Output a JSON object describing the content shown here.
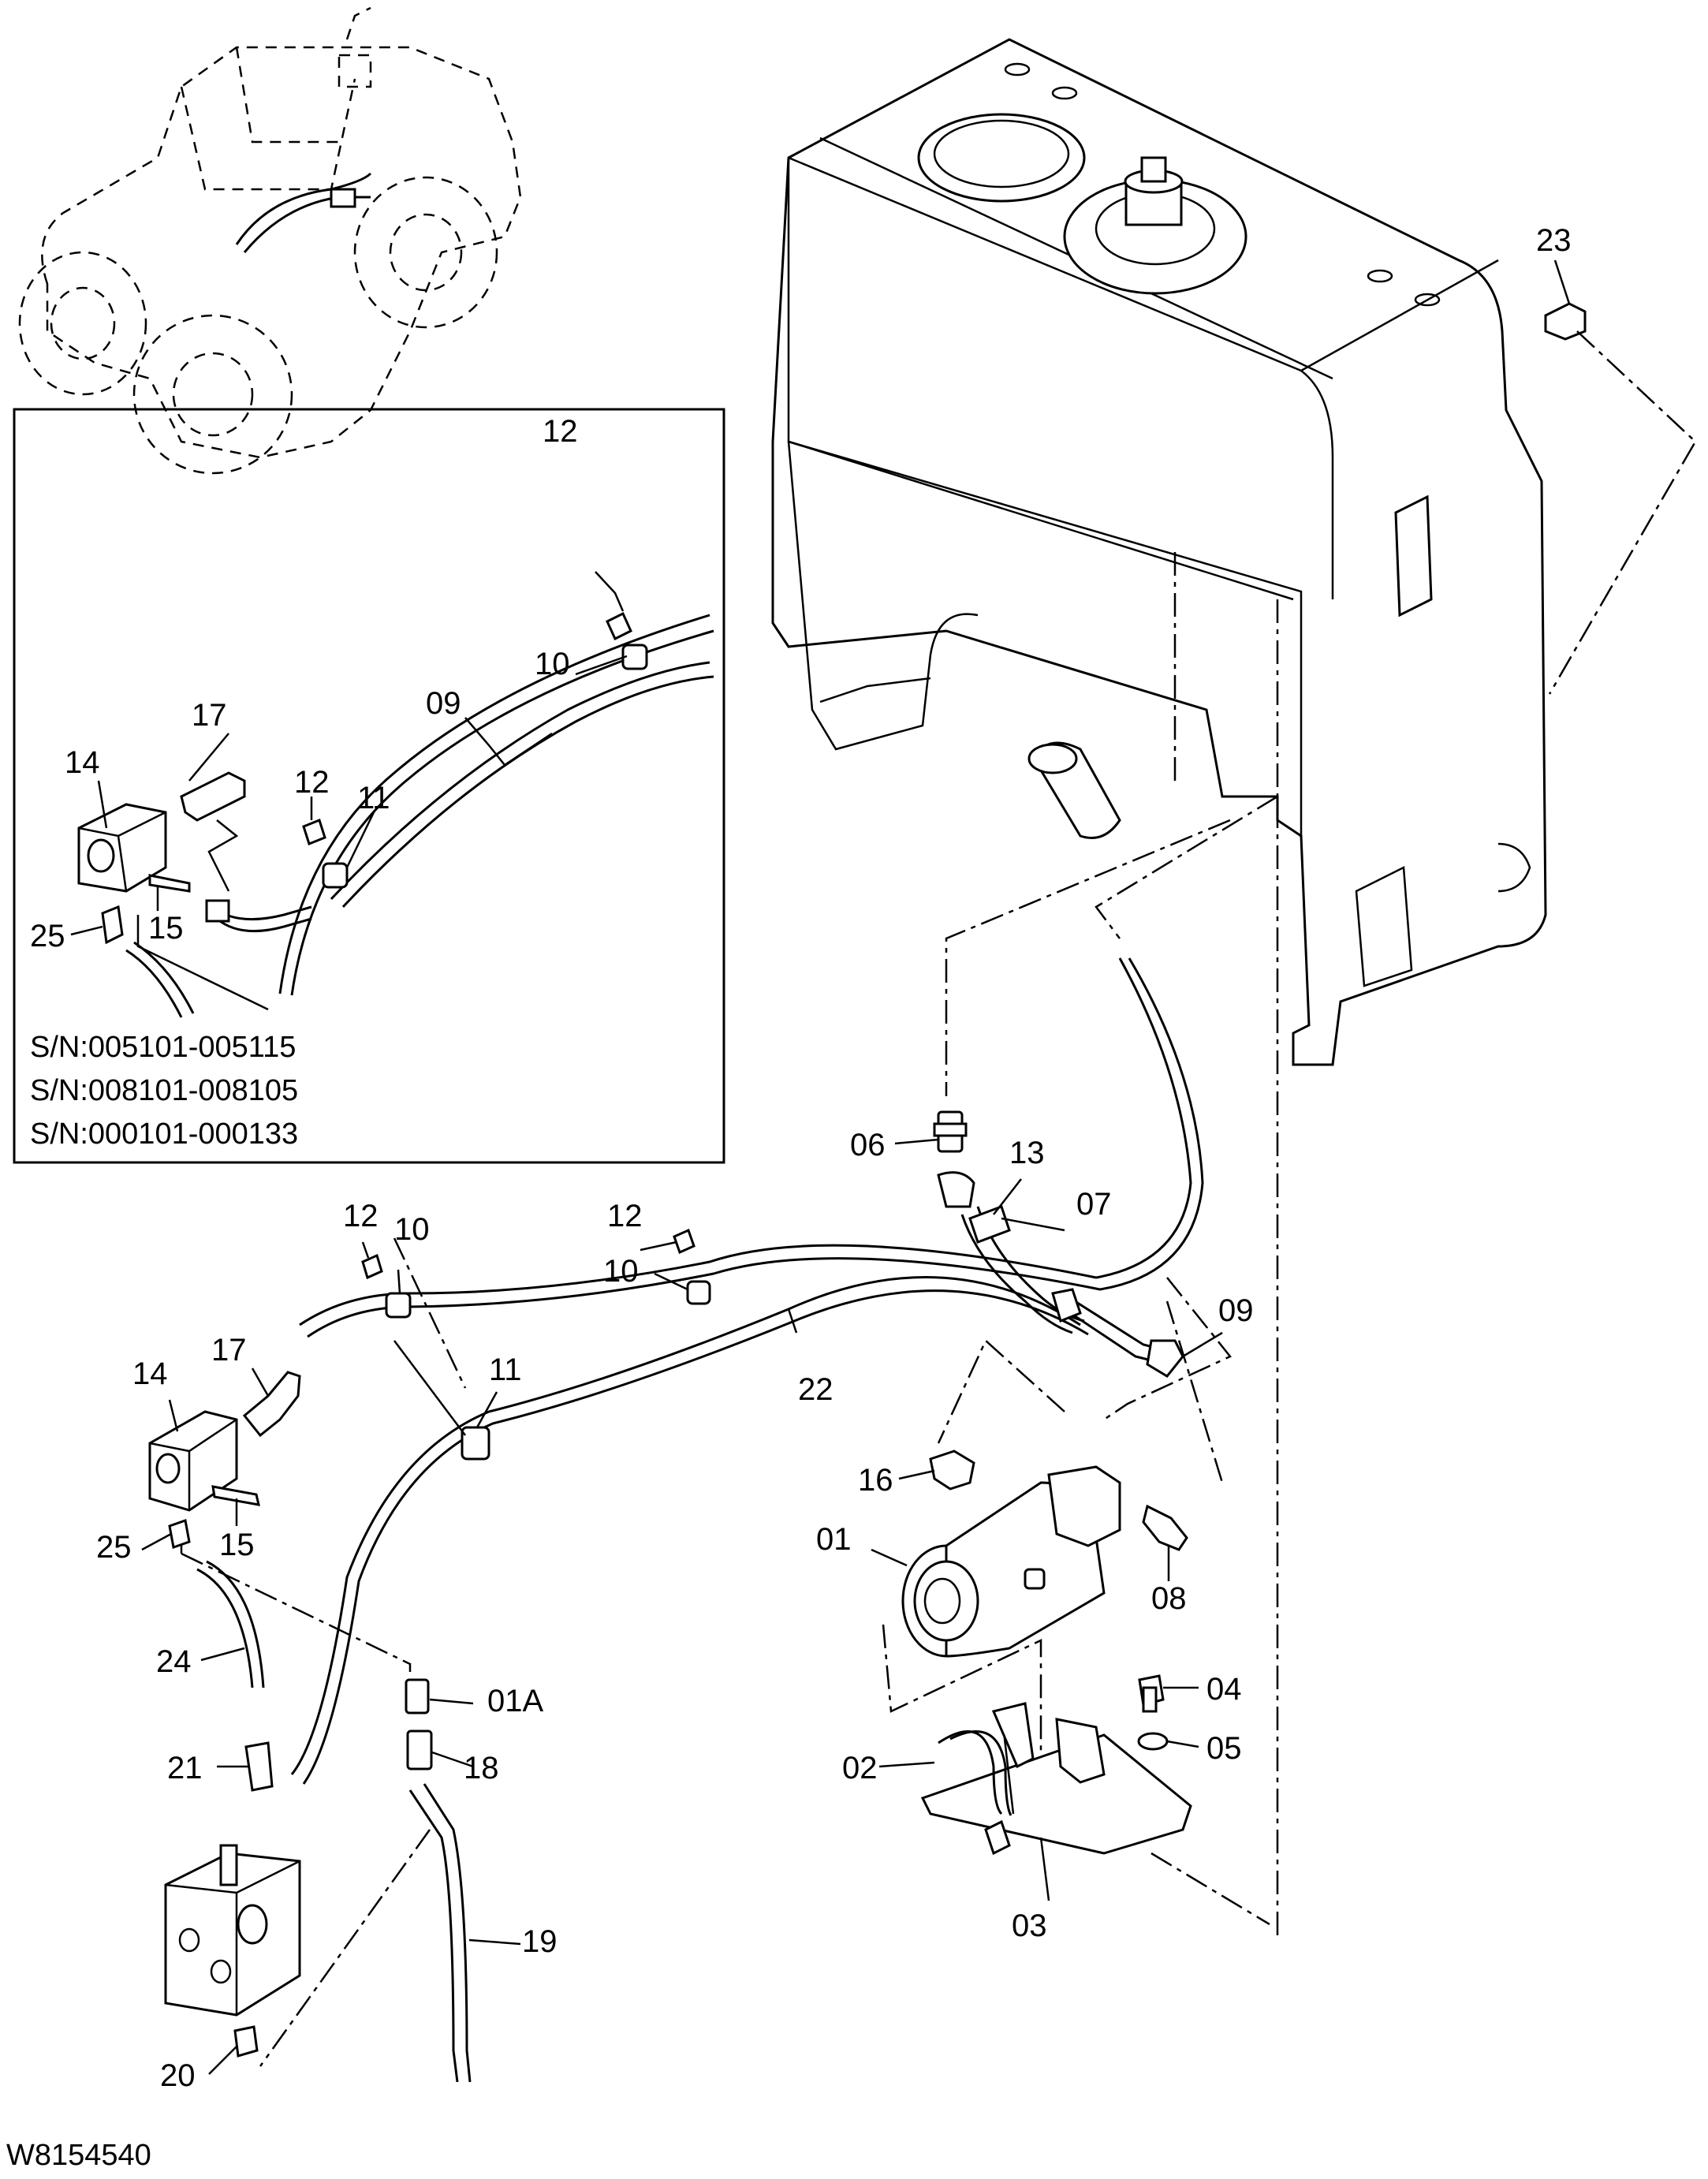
{
  "drawing_id": "W8154540",
  "serial_numbers": [
    "S/N:005101-005115",
    "S/N:008101-008105",
    "S/N:000101-000133"
  ],
  "callouts": {
    "c01": "01",
    "c01a": "01A",
    "c02": "02",
    "c03": "03",
    "c04": "04",
    "c05": "05",
    "c06": "06",
    "c07": "07",
    "c08": "08",
    "c09": "09",
    "c10a": "10",
    "c10b": "10",
    "c11": "11",
    "c12a": "12",
    "c12b": "12",
    "c13": "13",
    "c14": "14",
    "c15": "15",
    "c16": "16",
    "c17": "17",
    "c18": "18",
    "c19": "19",
    "c20": "20",
    "c21": "21",
    "c22": "22",
    "c23": "23",
    "c24": "24",
    "c25": "25",
    "i09": "09",
    "i10": "10",
    "i11": "11",
    "i12a": "12",
    "i12b": "12",
    "i14": "14",
    "i15": "15",
    "i17": "17",
    "i25": "25"
  }
}
